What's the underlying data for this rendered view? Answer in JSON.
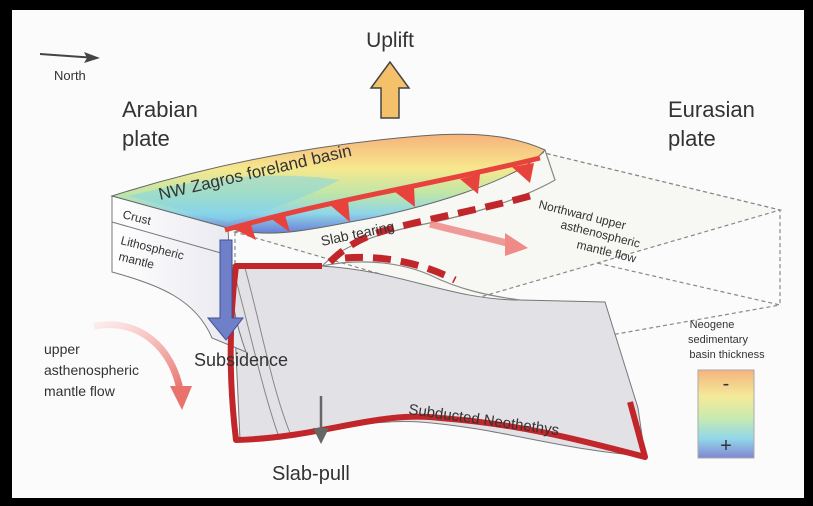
{
  "labels": {
    "north": "North",
    "uplift": "Uplift",
    "arabian_plate_line1": "Arabian",
    "arabian_plate_line2": "plate",
    "eurasian_plate_line1": "Eurasian",
    "eurasian_plate_line2": "plate",
    "foreland_basin": "NW Zagros foreland basin",
    "crust": "Crust",
    "lithospheric_line1": "Lithospheric",
    "lithospheric_line2": "mantle",
    "slab_tearing": "Slab tearing",
    "northward_flow_line1": "Northward upper",
    "northward_flow_line2": "asthenospheric",
    "northward_flow_line3": "mantle flow",
    "upper_flow_line1": "upper",
    "upper_flow_line2": "asthenospheric",
    "upper_flow_line3": "mantle flow",
    "subsidence": "Subsidence",
    "subducted": "Subducted Neothethys",
    "slab_pull": "Slab-pull"
  },
  "legend": {
    "title_line1": "Neogene",
    "title_line2": "sedimentary",
    "title_line3": "basin thickness",
    "minus": "-",
    "plus": "+"
  },
  "colors": {
    "fault_red": "#c0262a",
    "thrust_red": "#e8423c",
    "uplift_arrow": "#f5c06a",
    "subsidence_arrow": "#6f7fc8",
    "flow_arrow": "#ef8a86",
    "slab_gray": "#e2e2e6"
  }
}
